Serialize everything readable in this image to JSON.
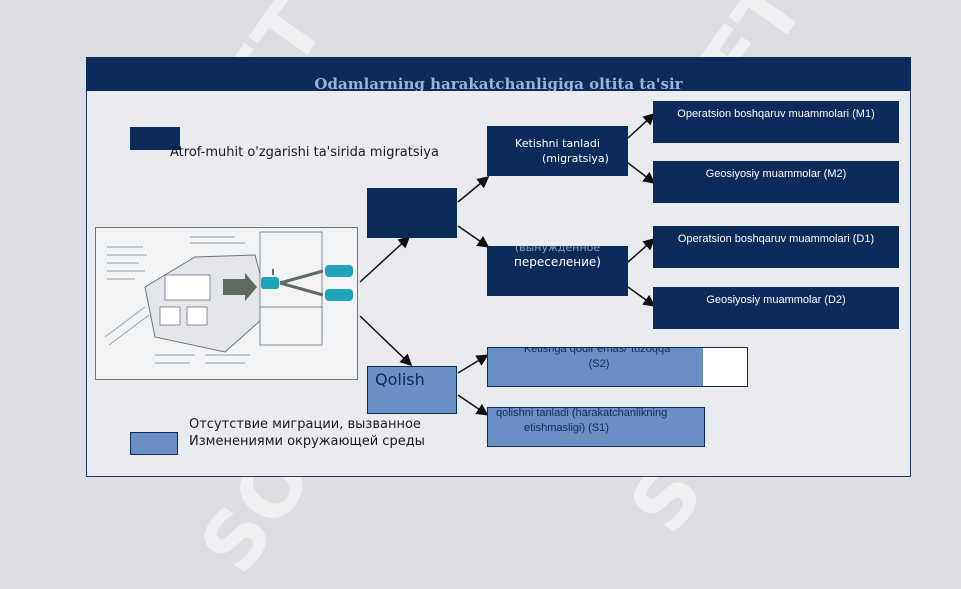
{
  "slide": {
    "title": "Odamlarning harakatchanligiga oltita ta'sir",
    "legend": {
      "dark_label": "Atrof-muhit o'zgarishi ta'sirida migratsiya",
      "light_label_line1": "Отсутствие миграции, вызванное",
      "light_label_line2": "Изменениями  окружающей  среды"
    },
    "nodes": {
      "stay": "Qolish",
      "chose_leave_line1": "Ketishni tanladi",
      "chose_leave_line2": "(migratsiya)",
      "forced_line1": "(вынужденное",
      "forced_line2": "переселение)",
      "s2_line1": "Ketishga qodir emas/\"tuzoqqa\"",
      "s2_line2": "(S2)",
      "s1_line1": "qolishni tanladi (harakatchanlikning",
      "s1_line2": "etishmasligi) (S1)"
    },
    "outcomes": {
      "m1": "Operatsion boshqaruv muammolari (M1)",
      "m2": "Geosiyosiy muammolar (M2)",
      "d1": "Operatsion boshqaruv muammolari  (D1)",
      "d2": "Geosiyosiy muammolar (D2)"
    },
    "watermark": "SOFT"
  },
  "colors": {
    "navy": "#0d2b5a",
    "light_blue": "#6a8fc4",
    "background": "#dcdee3",
    "slide": "#e9ebef",
    "watermark_green": "#bfe9d6"
  }
}
